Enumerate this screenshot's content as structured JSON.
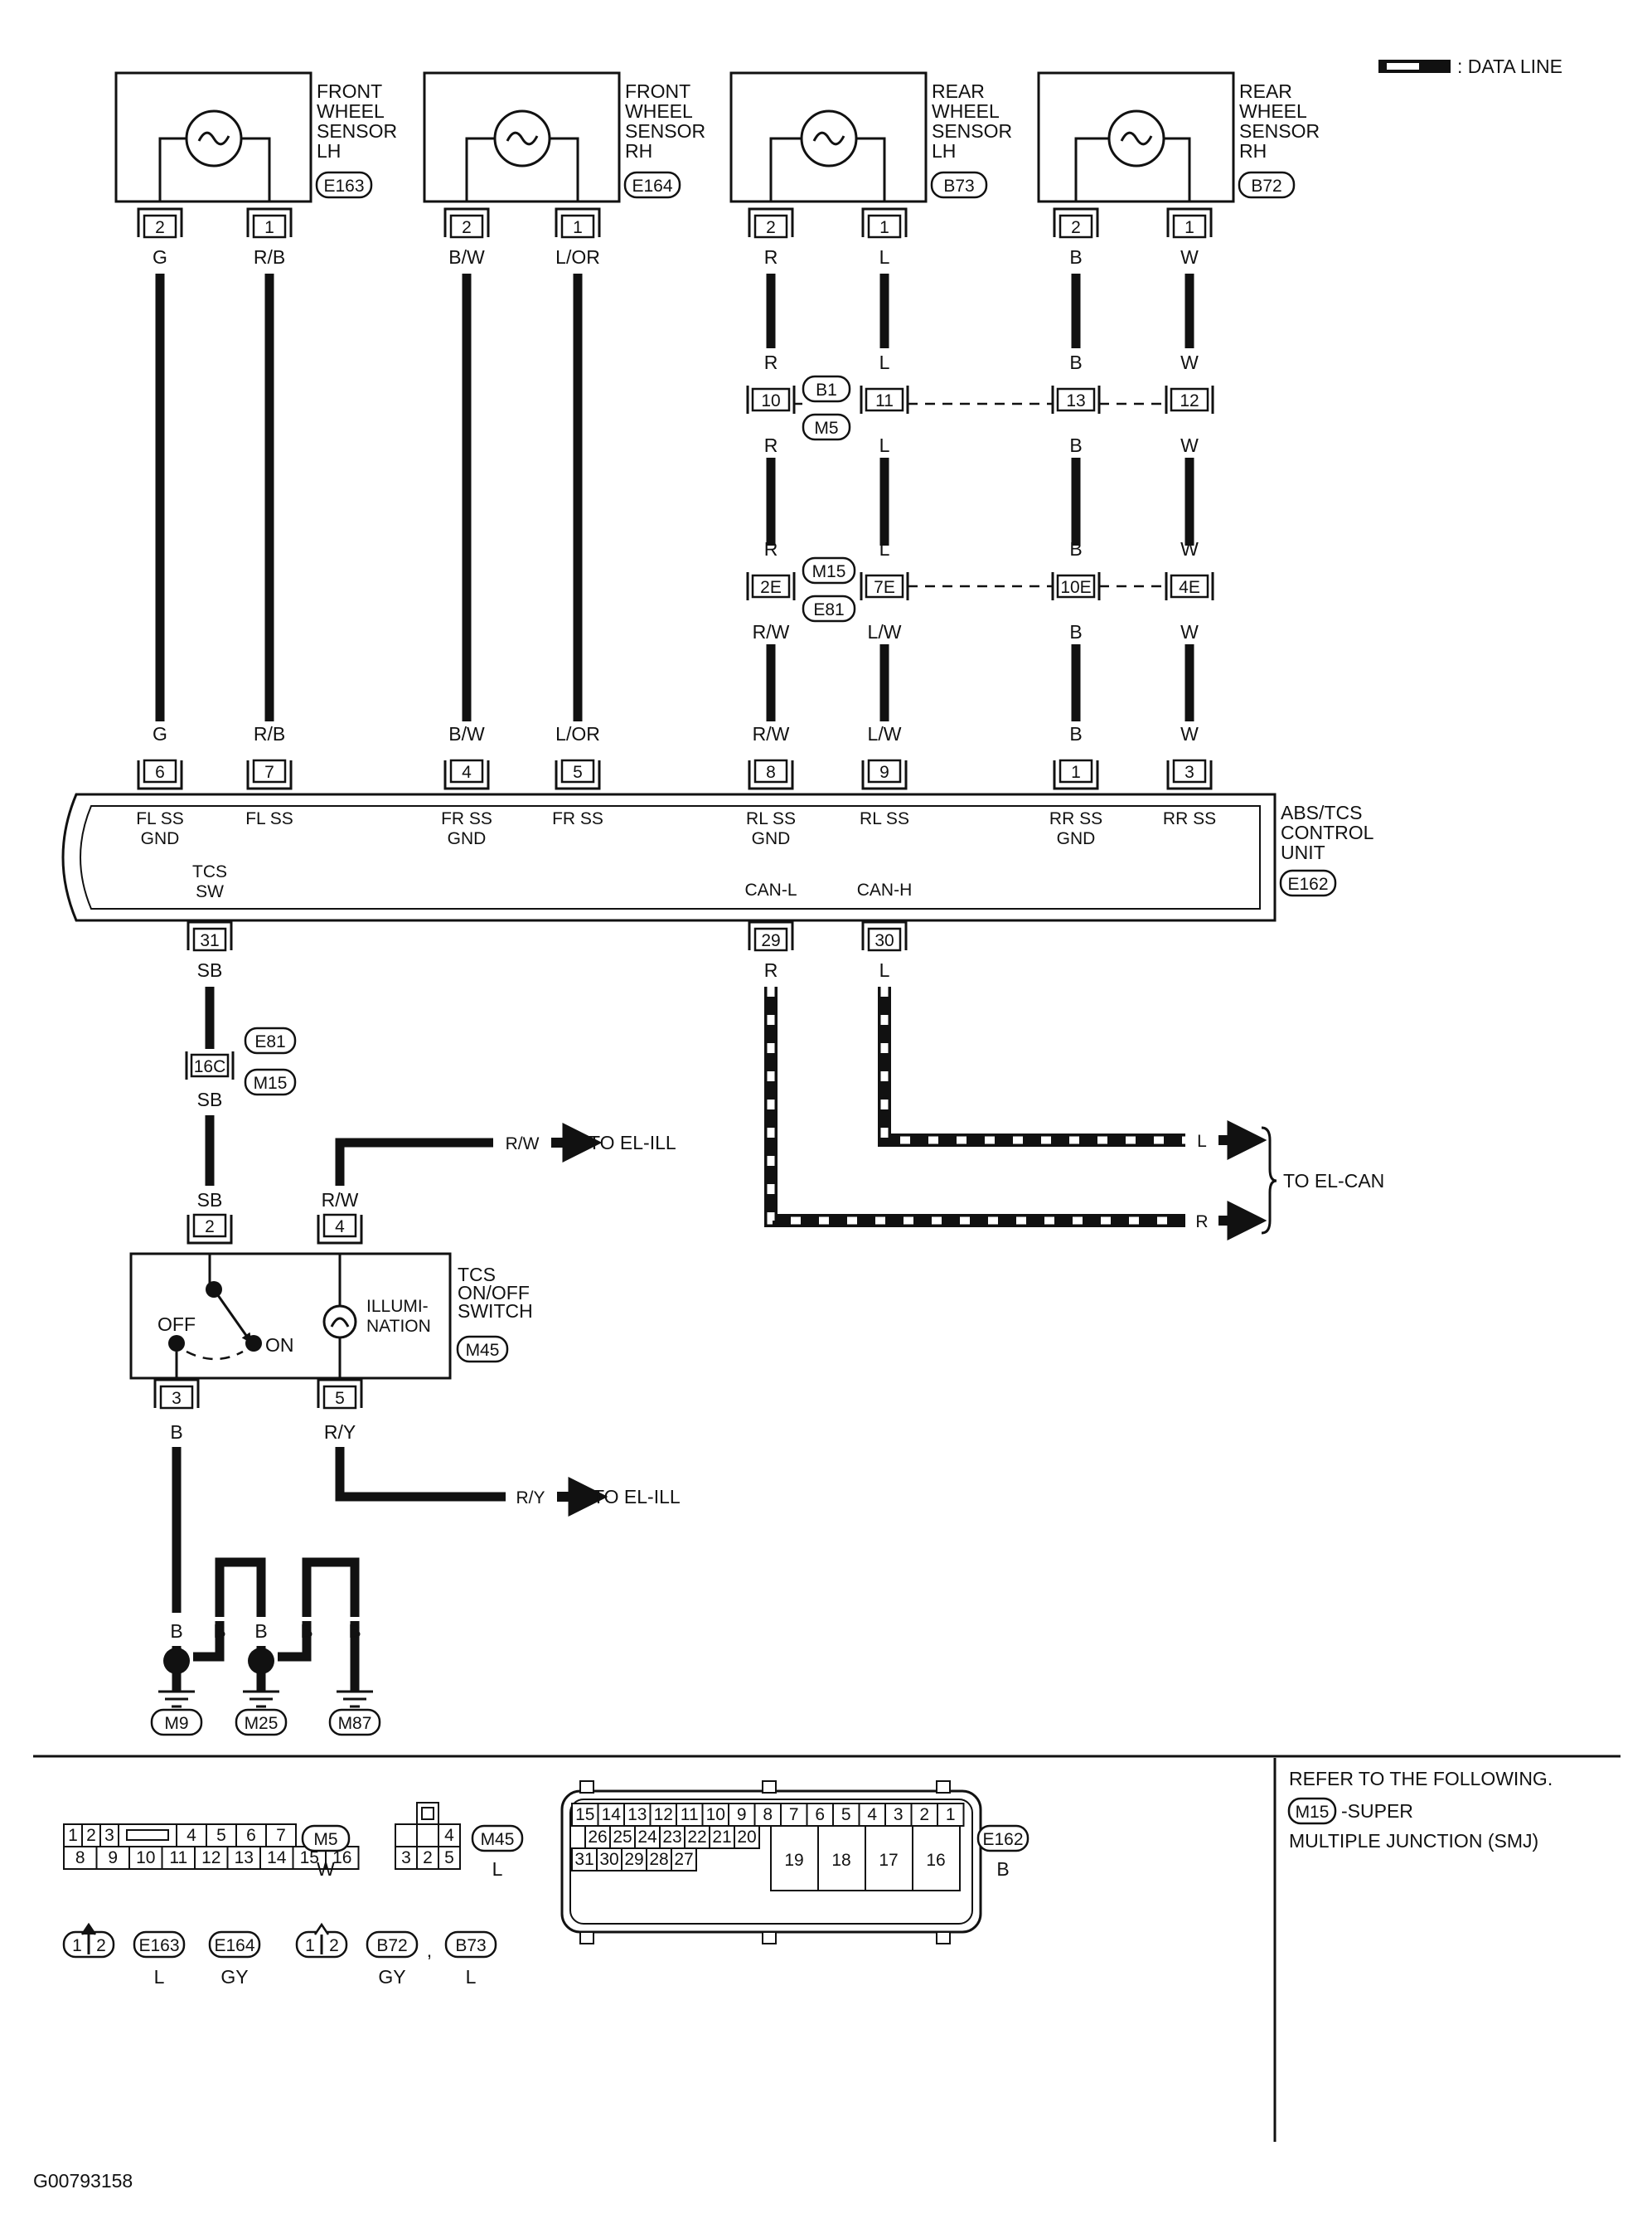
{
  "legend": {
    "data_line": ": DATA LINE"
  },
  "sensors": [
    {
      "id": "fl",
      "lines": [
        "FRONT",
        "WHEEL",
        "SENSOR",
        "LH"
      ],
      "conn": "E163",
      "pins": [
        "2",
        "1"
      ],
      "wires": [
        "G",
        "R/B"
      ]
    },
    {
      "id": "fr",
      "lines": [
        "FRONT",
        "WHEEL",
        "SENSOR",
        "RH"
      ],
      "conn": "E164",
      "pins": [
        "2",
        "1"
      ],
      "wires": [
        "B/W",
        "L/OR"
      ]
    },
    {
      "id": "rl",
      "lines": [
        "REAR",
        "WHEEL",
        "SENSOR",
        "LH"
      ],
      "conn": "B73",
      "pins": [
        "2",
        "1"
      ],
      "wires": [
        "R",
        "L"
      ]
    },
    {
      "id": "rr",
      "lines": [
        "REAR",
        "WHEEL",
        "SENSOR",
        "RH"
      ],
      "conn": "B72",
      "pins": [
        "2",
        "1"
      ],
      "wires": [
        "B",
        "W"
      ]
    }
  ],
  "junction1": {
    "top": "B1",
    "bottom": "M5",
    "pins": [
      "10",
      "11",
      "13",
      "12"
    ],
    "wires_above": [
      "R",
      "L",
      "B",
      "W"
    ],
    "wires_below": [
      "R",
      "L",
      "B",
      "W"
    ]
  },
  "junction2": {
    "top": "M15",
    "bottom": "E81",
    "pins": [
      "2E",
      "7E",
      "10E",
      "4E"
    ],
    "wires_above": [
      "R",
      "L",
      "B",
      "W"
    ],
    "wires_below": [
      "R/W",
      "L/W",
      "B",
      "W"
    ]
  },
  "control_unit": {
    "name_lines": [
      "ABS/TCS",
      "CONTROL",
      "UNIT"
    ],
    "conn": "E162",
    "top_pins": [
      {
        "pin": "6",
        "wire": "G",
        "label": [
          "FL SS",
          "GND"
        ]
      },
      {
        "pin": "7",
        "wire": "R/B",
        "label": [
          "FL SS"
        ]
      },
      {
        "pin": "4",
        "wire": "B/W",
        "label": [
          "FR SS",
          "GND"
        ]
      },
      {
        "pin": "5",
        "wire": "L/OR",
        "label": [
          "FR SS"
        ]
      },
      {
        "pin": "8",
        "wire": "R/W",
        "label": [
          "RL SS",
          "GND"
        ]
      },
      {
        "pin": "9",
        "wire": "L/W",
        "label": [
          "RL SS"
        ]
      },
      {
        "pin": "1",
        "wire": "B",
        "label": [
          "RR SS",
          "GND"
        ]
      },
      {
        "pin": "3",
        "wire": "W",
        "label": [
          "RR SS"
        ]
      }
    ],
    "bottom_pins": [
      {
        "pin": "31",
        "wire": "SB",
        "label": [
          "TCS",
          "SW"
        ]
      },
      {
        "pin": "29",
        "wire": "R",
        "label": [
          "CAN-L"
        ]
      },
      {
        "pin": "30",
        "wire": "L",
        "label": [
          "CAN-H"
        ]
      }
    ]
  },
  "tcs_path": {
    "junction_pin": "16C",
    "junction_top": "E81",
    "junction_bottom": "M15",
    "wire": "SB"
  },
  "switch": {
    "name_lines": [
      "TCS",
      "ON/OFF",
      "SWITCH"
    ],
    "conn": "M45",
    "pins": [
      "2",
      "4",
      "3",
      "5"
    ],
    "wires": [
      "SB",
      "R/W",
      "B",
      "R/Y"
    ],
    "off": "OFF",
    "on": "ON",
    "illum_lines": [
      "ILLUMI-",
      "NATION"
    ]
  },
  "destinations": {
    "el_ill_1": {
      "wire": "R/W",
      "text": "TO EL-ILL"
    },
    "el_ill_2": {
      "wire": "R/Y",
      "text": "TO EL-ILL"
    },
    "el_can": {
      "wires": [
        "L",
        "R"
      ],
      "text": "TO EL-CAN"
    }
  },
  "grounds": {
    "wire": "B",
    "labels": [
      "M9",
      "M25",
      "M87"
    ]
  },
  "connector_views": {
    "m5": {
      "conn": "M5",
      "color": "W",
      "row1": [
        "1",
        "2",
        "3",
        "",
        "4",
        "5",
        "6",
        "7"
      ],
      "row2": [
        "8",
        "9",
        "10",
        "11",
        "12",
        "13",
        "14",
        "15",
        "16"
      ]
    },
    "m45": {
      "conn": "M45",
      "color": "L",
      "row1": [
        "4"
      ],
      "row2": [
        "3",
        "2",
        "5"
      ]
    },
    "e162": {
      "conn": "E162",
      "color": "B",
      "row1": [
        "15",
        "14",
        "13",
        "12",
        "11",
        "10",
        "9",
        "8",
        "7",
        "6",
        "5",
        "4",
        "3",
        "2",
        "1"
      ],
      "row2": [
        "26",
        "25",
        "24",
        "23",
        "22",
        "21",
        "20"
      ],
      "row3": [
        "31",
        "30",
        "29",
        "28",
        "27"
      ],
      "big": [
        "19",
        "18",
        "17",
        "16"
      ]
    },
    "sensor_front": {
      "pins": [
        "1",
        "2"
      ],
      "conns": [
        "E163",
        "E164"
      ],
      "colors": [
        "L",
        "GY"
      ]
    },
    "sensor_rear": {
      "pins": [
        "1",
        "2"
      ],
      "conns": [
        "B72",
        "B73"
      ],
      "colors": [
        "GY",
        "L"
      ],
      "sep": ","
    }
  },
  "note": {
    "line1": "REFER TO THE FOLLOWING.",
    "conn": "M15",
    "line2": "-SUPER",
    "line3": "MULTIPLE JUNCTION (SMJ)"
  },
  "code": "G00793158"
}
